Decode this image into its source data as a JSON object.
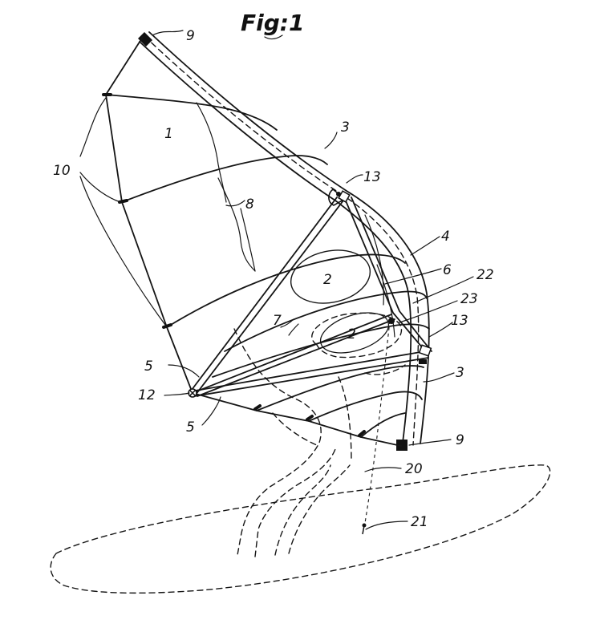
{
  "figure": {
    "title": "Fig:1",
    "labels": [
      "1",
      "2",
      "2",
      "3",
      "3",
      "4",
      "5",
      "5",
      "6",
      "7",
      "8",
      "9",
      "9",
      "10",
      "12",
      "13",
      "13",
      "20",
      "21",
      "22",
      "23"
    ]
  }
}
